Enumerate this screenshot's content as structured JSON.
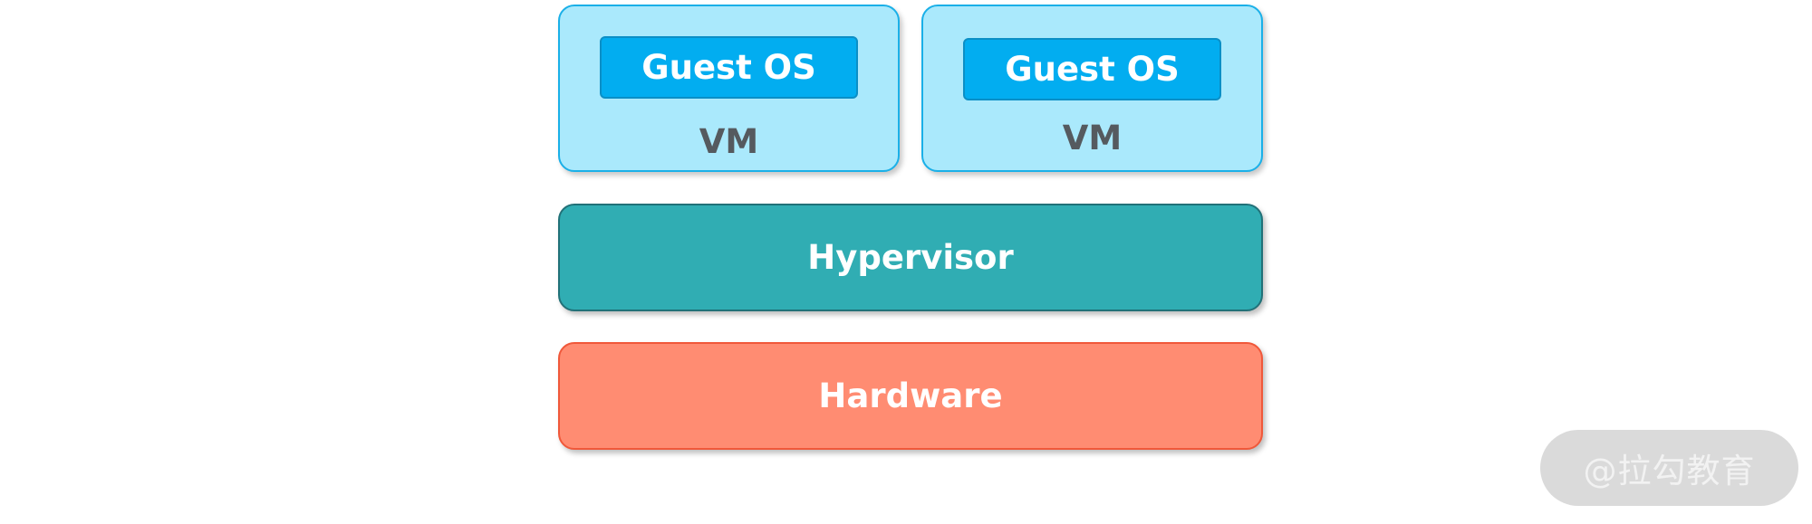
{
  "vms": [
    {
      "guest_os": "Guest OS",
      "label": "VM"
    },
    {
      "guest_os": "Guest OS",
      "label": "VM"
    }
  ],
  "hypervisor": {
    "label": "Hypervisor"
  },
  "hardware": {
    "label": "Hardware"
  },
  "watermark": {
    "text": "@拉勾教育"
  },
  "colors": {
    "vm_fill": "#aae9fc",
    "vm_border": "#1ab0e8",
    "guest_os_fill": "#02adf0",
    "hypervisor_fill": "#30adb3",
    "hardware_fill": "#ff8c72"
  }
}
